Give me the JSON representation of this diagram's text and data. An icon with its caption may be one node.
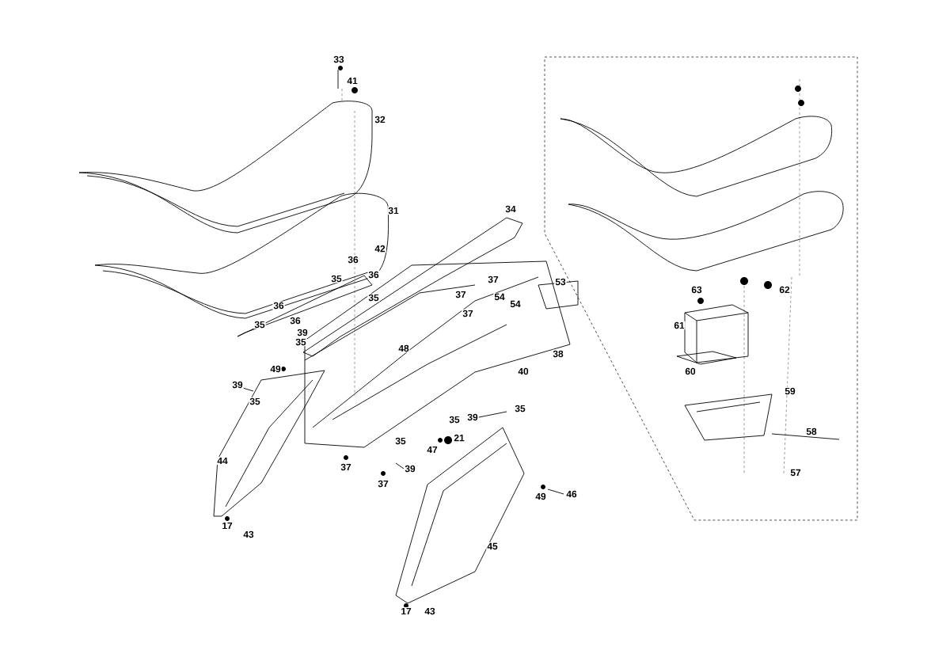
{
  "diagram": {
    "labels": [
      "33",
      "41",
      "32",
      "34",
      "31",
      "42",
      "36",
      "35",
      "36",
      "37",
      "63",
      "62",
      "35",
      "37",
      "54",
      "54",
      "53",
      "37",
      "36",
      "61",
      "35",
      "36",
      "39",
      "35",
      "48",
      "38",
      "49",
      "40",
      "60",
      "39",
      "59",
      "35",
      "35",
      "39",
      "35",
      "58",
      "35",
      "21",
      "47",
      "39",
      "37",
      "37",
      "44",
      "57",
      "49",
      "46",
      "17",
      "43",
      "45",
      "17",
      "43"
    ]
  }
}
